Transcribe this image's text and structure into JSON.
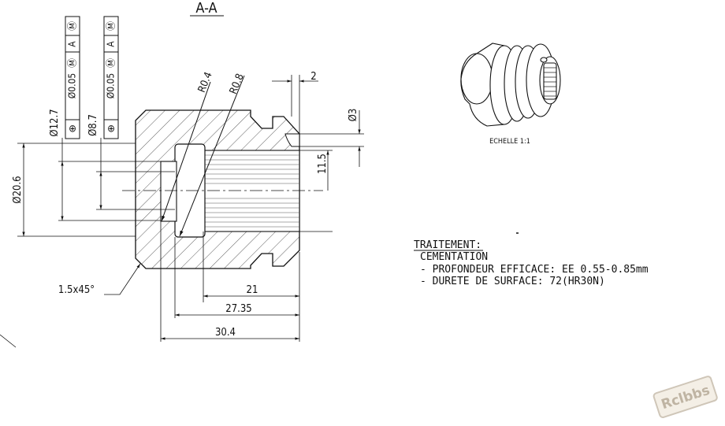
{
  "section_title": "A-A",
  "dims": {
    "d20_6": "Ø20.6",
    "d12_7": "Ø12.7",
    "d8_7": "Ø8.7",
    "d3": "Ø3",
    "r0_4": "R0.4",
    "r0_8": "R0.8",
    "len21": "21",
    "len27_35": "27.35",
    "len30_4": "30.4",
    "len11_5": "11.5",
    "len2": "2",
    "chamfer": "1.5x45°"
  },
  "tolerance_frames": [
    {
      "symbol": "⊕",
      "diameter": "Ø0.05",
      "modifier": "Ⓜ",
      "datum": "A",
      "datum_modifier": "Ⓜ"
    },
    {
      "symbol": "⊕",
      "diameter": "Ø0.05",
      "modifier": "Ⓜ",
      "datum": "A",
      "datum_modifier": "Ⓜ"
    }
  ],
  "iso_view_caption": "ECHELLE 1:1",
  "treatment": {
    "title": "TRAITEMENT:",
    "lines": [
      "CEMENTATION",
      "- PROFONDEUR EFFICACE: EE 0.55-0.85mm",
      "- DURETE DE SURFACE: 72(HR30N)"
    ]
  },
  "watermark": "Rclbbs",
  "colors": {
    "ink": "#111111",
    "hatch": "#333333",
    "watermark": "#cfc6b8"
  }
}
